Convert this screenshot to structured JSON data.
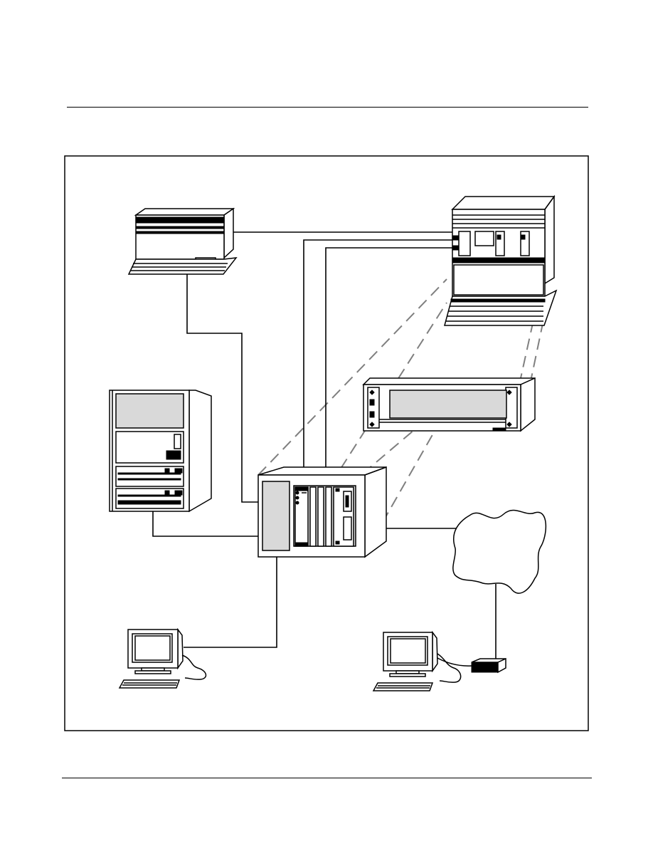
{
  "page": {
    "background": "#ffffff",
    "stroke_color": "#000000",
    "fill_gray": "#d9d9d9",
    "dash_color": "#7f7f7f"
  },
  "diagram": {
    "type": "network-topology",
    "nodes": [
      {
        "id": "workstation-desktop",
        "icon": "desktop-workstation-icon"
      },
      {
        "id": "tower-server",
        "icon": "tower-server-icon"
      },
      {
        "id": "rack-server",
        "icon": "rack-server-icon"
      },
      {
        "id": "card-chassis",
        "icon": "card-chassis-icon"
      },
      {
        "id": "central-hub",
        "icon": "modular-hub-icon"
      },
      {
        "id": "network-cloud",
        "icon": "cloud-icon"
      },
      {
        "id": "pc-left",
        "icon": "pc-terminal-icon"
      },
      {
        "id": "pc-right",
        "icon": "pc-terminal-icon"
      },
      {
        "id": "modem",
        "icon": "modem-icon"
      }
    ],
    "connections": [
      {
        "from": "workstation-desktop",
        "to": "rack-server",
        "style": "solid"
      },
      {
        "from": "workstation-desktop",
        "to": "central-hub",
        "style": "solid"
      },
      {
        "from": "tower-server",
        "to": "central-hub",
        "style": "solid"
      },
      {
        "from": "central-hub",
        "to": "rack-server",
        "style": "solid"
      },
      {
        "from": "central-hub",
        "to": "rack-server",
        "style": "solid"
      },
      {
        "from": "central-hub",
        "to": "network-cloud",
        "style": "solid"
      },
      {
        "from": "central-hub",
        "to": "pc-left",
        "style": "solid"
      },
      {
        "from": "network-cloud",
        "to": "modem",
        "style": "solid"
      },
      {
        "from": "modem",
        "to": "pc-right",
        "style": "solid"
      },
      {
        "from": "central-hub",
        "to": "card-chassis",
        "style": "dashed"
      },
      {
        "from": "card-chassis",
        "to": "rack-server",
        "style": "dashed"
      }
    ]
  }
}
